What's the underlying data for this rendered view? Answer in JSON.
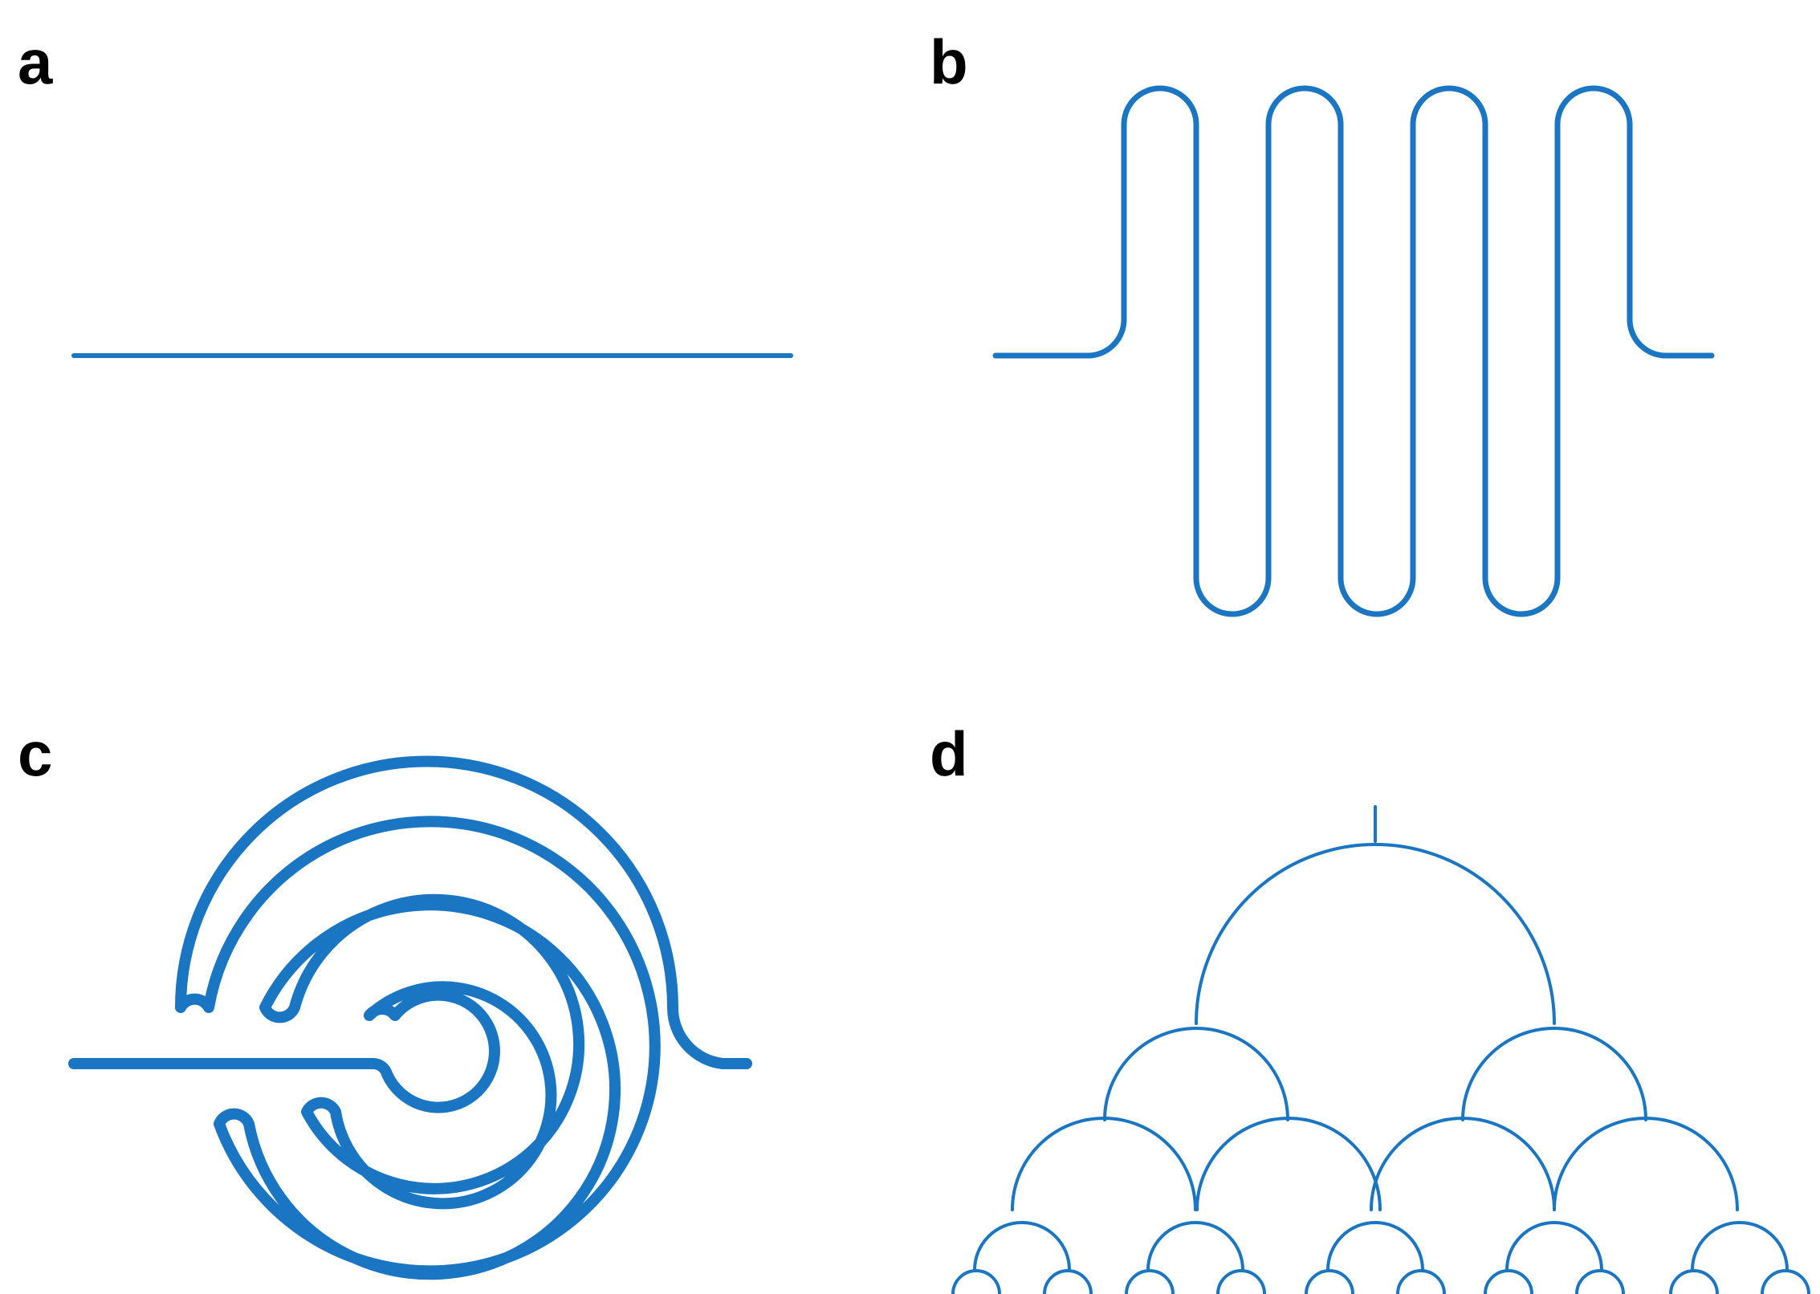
{
  "colors": {
    "channel": "#1a75c2",
    "label": "#000000",
    "background": "#ffffff"
  },
  "panels": [
    {
      "label": "a"
    },
    {
      "label": "b"
    },
    {
      "label": "c"
    },
    {
      "label": "d"
    }
  ]
}
